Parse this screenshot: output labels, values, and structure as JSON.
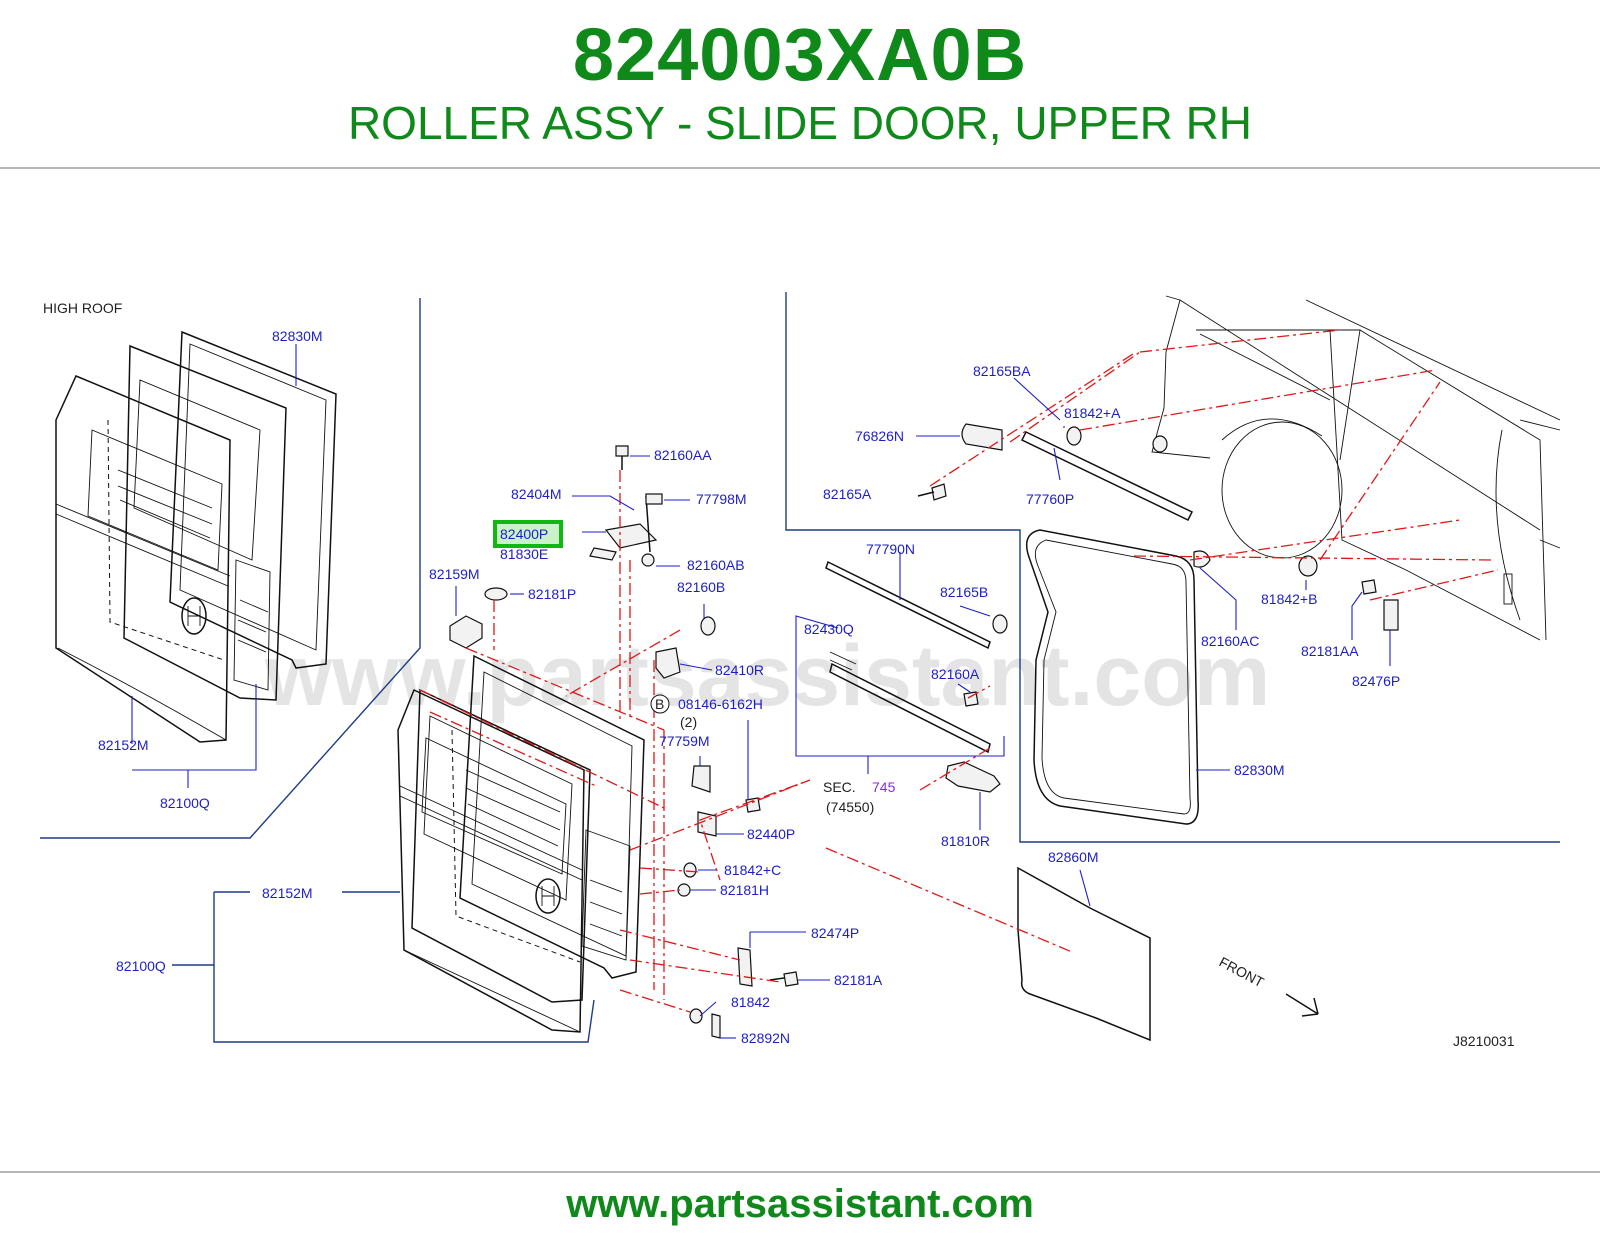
{
  "header": {
    "part_number": "824003XA0B",
    "part_name": "ROLLER ASSY - SLIDE DOOR, UPPER RH"
  },
  "diagram": {
    "high_roof_label": "HIGH   ROOF",
    "watermark": "www.partsassistant.com",
    "highlighted_part": "82400P",
    "section_label": "SEC.",
    "section_number": "745",
    "section_sub": "(74550)",
    "bolt_marker": "B",
    "bolt_qty": "(2)",
    "front_label": "FRONT",
    "diagram_code": "J8210031",
    "parts": {
      "p82830M_a": "82830M",
      "p82152M_a": "82152M",
      "p82100Q_a": "82100Q",
      "p82160AA": "82160AA",
      "p82404M": "82404M",
      "p77798M": "77798M",
      "p82400P": "82400P",
      "p81830E": "81830E",
      "p82160AB": "82160AB",
      "p82159M": "82159M",
      "p82181P": "82181P",
      "p82160B": "82160B",
      "p82410R": "82410R",
      "p08146": "08146-6162H",
      "p77759M": "77759M",
      "p82440P": "82440P",
      "p81842C": "81842+C",
      "p82181H": "82181H",
      "p82152M_b": "82152M",
      "p82100Q_b": "82100Q",
      "p82474P": "82474P",
      "p82181A": "82181A",
      "p81842": "81842",
      "p82892N": "82892N",
      "p77790N": "77790N",
      "p82165B": "82165B",
      "p82430Q": "82430Q",
      "p82160A": "82160A",
      "p81810R": "81810R",
      "p82165BA": "82165BA",
      "p76826N": "76826N",
      "p81842A": "81842+A",
      "p82165A": "82165A",
      "p77760P": "77760P",
      "p82160AC": "82160AC",
      "p81842B": "81842+B",
      "p82181AA": "82181AA",
      "p82476P": "82476P",
      "p82830M_b": "82830M",
      "p82860M": "82860M"
    }
  },
  "footer": {
    "url": "www.partsassistant.com"
  },
  "colors": {
    "brand_green": "#0f8a1a",
    "label_blue": "#1e1ec8",
    "leader_red": "#e01818",
    "highlight_green": "#0fb80f"
  }
}
